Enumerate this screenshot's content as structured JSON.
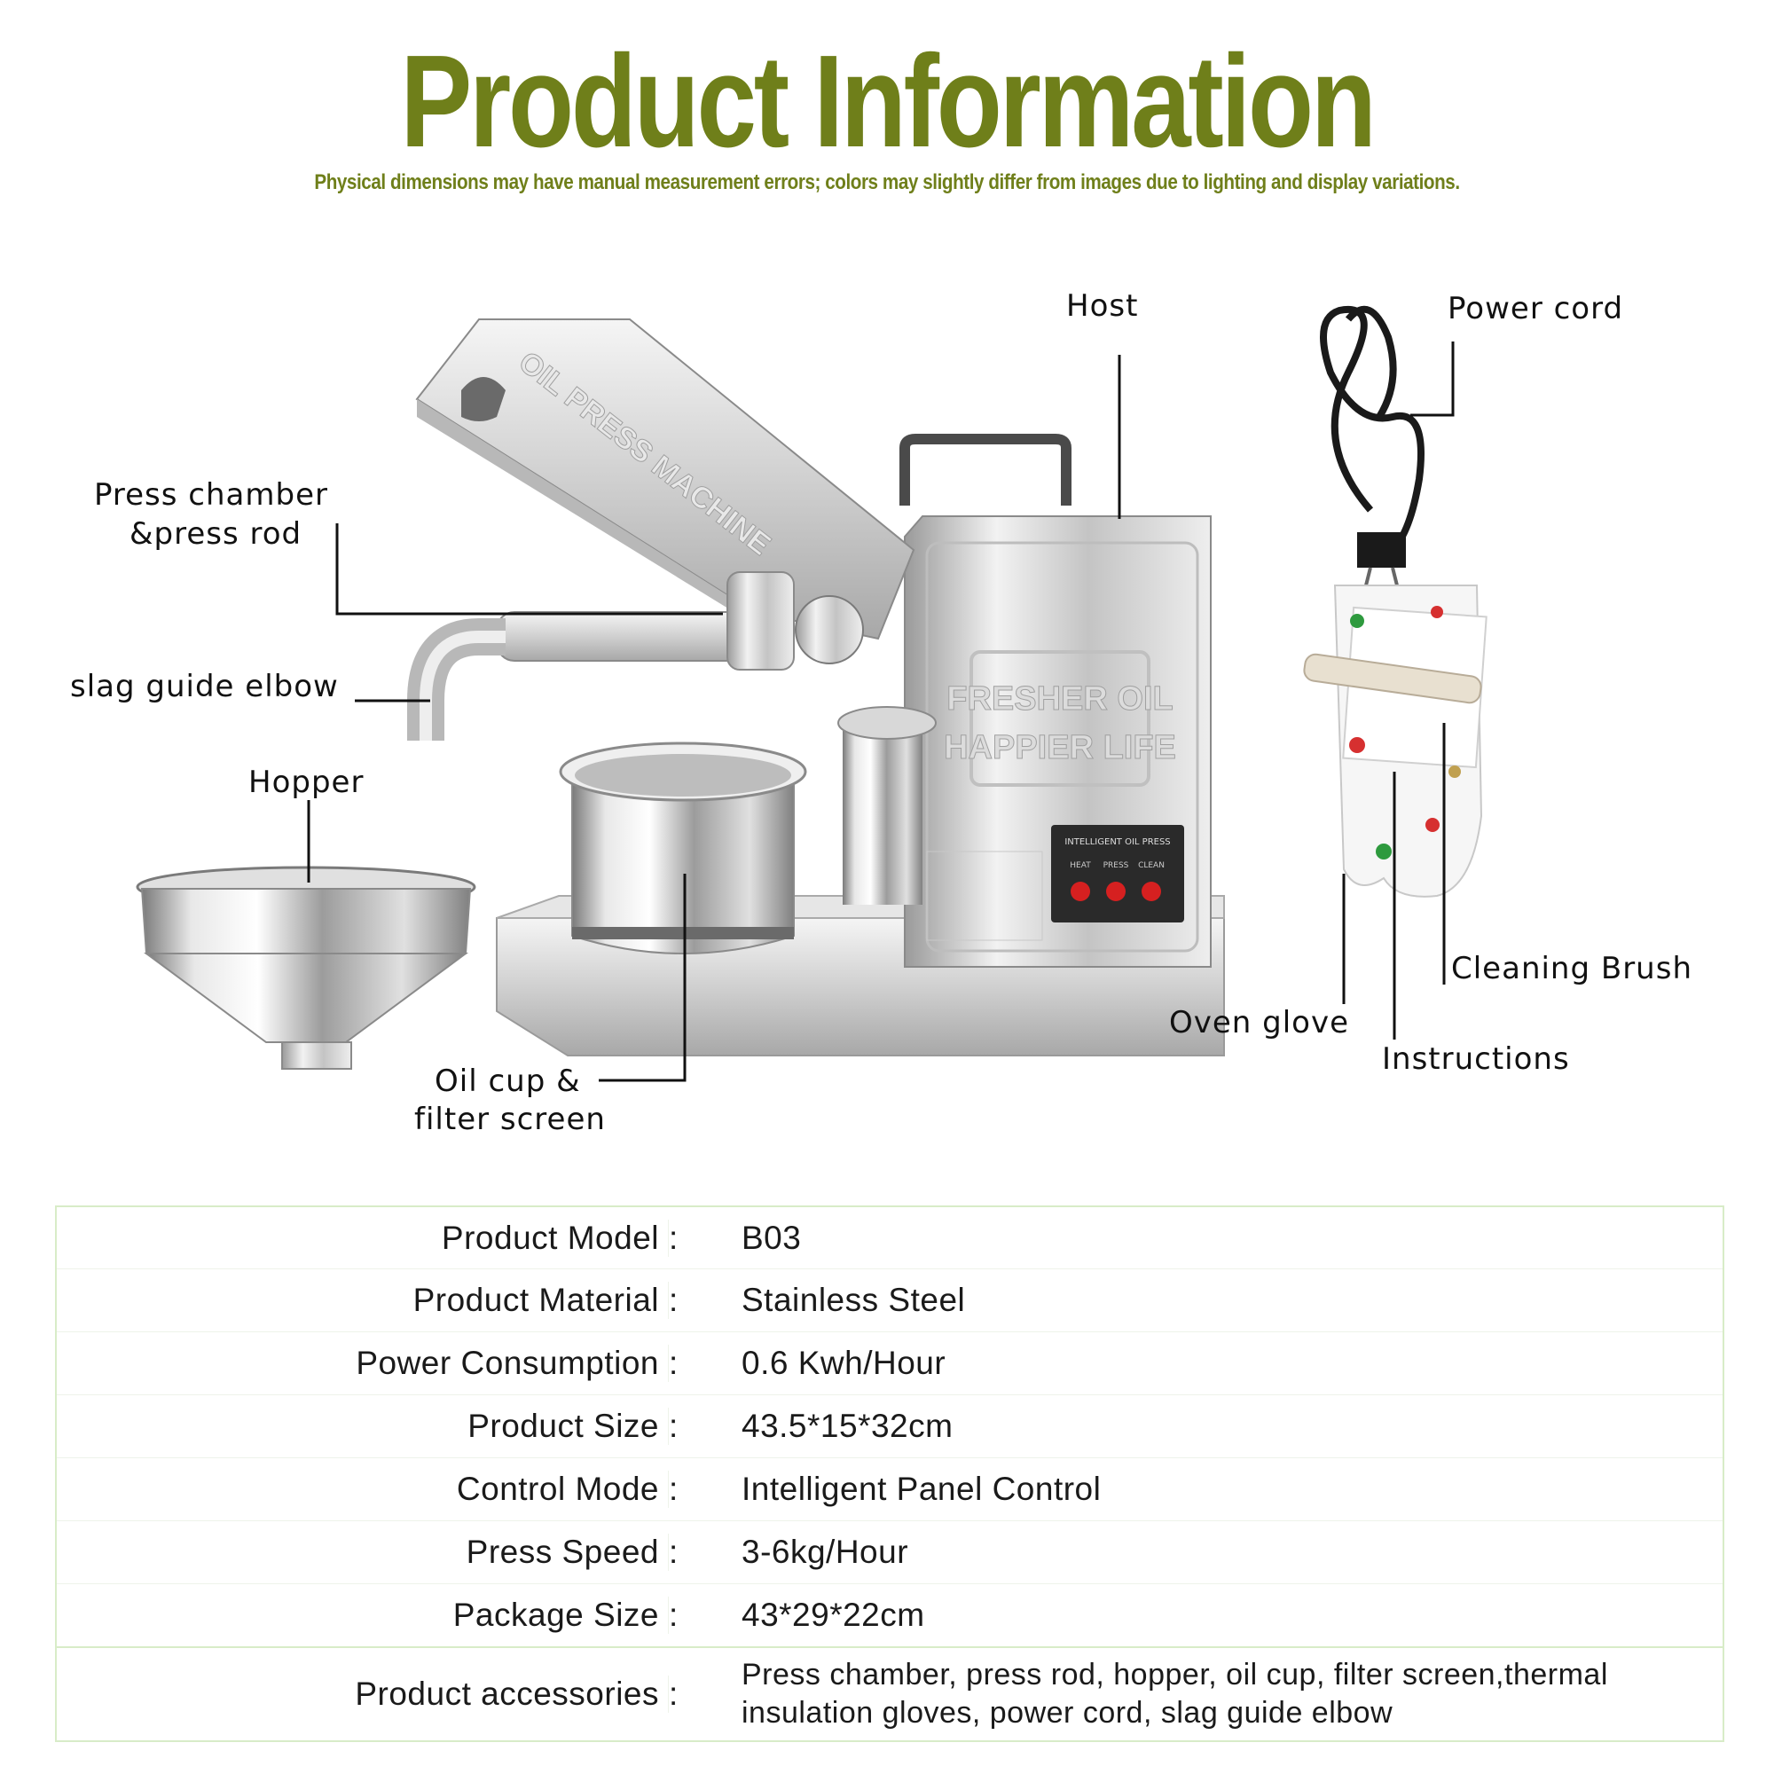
{
  "header": {
    "title": "Product Information",
    "subtitle": "Physical dimensions may have manual measurement errors; colors may slightly differ from images due to lighting and display variations."
  },
  "product_image": {
    "panel_text_1": "OIL PRESS MACHINE",
    "panel_text_2": "FRESHER OIL",
    "panel_text_3": "HAPPIER LIFE",
    "control_panel_title": "INTELLIGENT OIL PRESS",
    "control_panel_buttons": [
      "HEAT",
      "PRESS",
      "CLEAN"
    ]
  },
  "callouts": {
    "host": "Host",
    "power_cord": "Power cord",
    "press_chamber_line1": "Press chamber",
    "press_chamber_line2": "&press rod",
    "slag_guide": "slag guide elbow",
    "hopper": "Hopper",
    "oil_cup_line1": "Oil cup &",
    "oil_cup_line2": "filter screen",
    "cleaning_brush": "Cleaning Brush",
    "oven_glove": "Oven glove",
    "instructions": "Instructions"
  },
  "specs": {
    "separator": ":",
    "rows": [
      {
        "label": "Product Model",
        "value": "B03"
      },
      {
        "label": "Product Material",
        "value": "Stainless Steel"
      },
      {
        "label": "Power Consumption",
        "value": "0.6 Kwh/Hour"
      },
      {
        "label": "Product Size",
        "value": "43.5*15*32cm"
      },
      {
        "label": "Control Mode",
        "value": "Intelligent Panel Control"
      },
      {
        "label": "Press Speed",
        "value": "3-6kg/Hour"
      },
      {
        "label": "Package Size",
        "value": "43*29*22cm"
      },
      {
        "label": "Product accessories",
        "value": "Press chamber, press rod, hopper, oil cup, filter screen,thermal insulation gloves, power cord, slag guide elbow"
      }
    ]
  },
  "colors": {
    "title_green": "#6f7f1a",
    "table_border": "#d8ecc8"
  }
}
